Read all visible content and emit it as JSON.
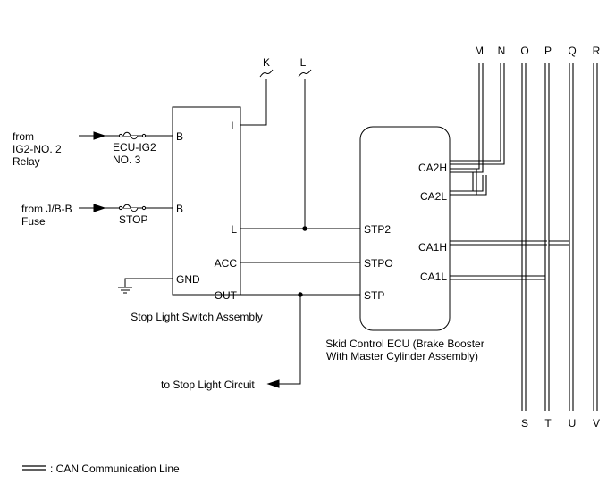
{
  "sources": {
    "ig2_line1": "from",
    "ig2_line2": "IG2-NO. 2",
    "ig2_line3": "Relay",
    "jbb_line1": "from J/B-B",
    "jbb_line2": "Fuse"
  },
  "fuses": {
    "ecu_ig2_line1": "ECU-IG2",
    "ecu_ig2_line2": "NO. 3",
    "stop": "STOP"
  },
  "stop_switch": {
    "name": "Stop Light Switch Assembly",
    "pins": {
      "b1": "B",
      "b2": "B",
      "gnd": "GND",
      "l_top": "L",
      "l_mid": "L",
      "acc": "ACC",
      "out": "OUT"
    }
  },
  "ecu": {
    "name_line1": "Skid Control ECU (Brake Booster",
    "name_line2": "With Master Cylinder Assembly)",
    "pins": {
      "stp2": "STP2",
      "stpo": "STPO",
      "stp": "STP",
      "ca2h": "CA2H",
      "ca2l": "CA2L",
      "ca1h": "CA1H",
      "ca1l": "CA1L"
    }
  },
  "connectors": {
    "top_k": "K",
    "top_l": "L",
    "top_bus": [
      "M",
      "N",
      "O",
      "P",
      "Q",
      "R"
    ],
    "bottom_bus": [
      "S",
      "T",
      "U",
      "V"
    ]
  },
  "to_stop_light": "to Stop Light Circuit",
  "legend": {
    "can_label": ": CAN Communication Line"
  }
}
